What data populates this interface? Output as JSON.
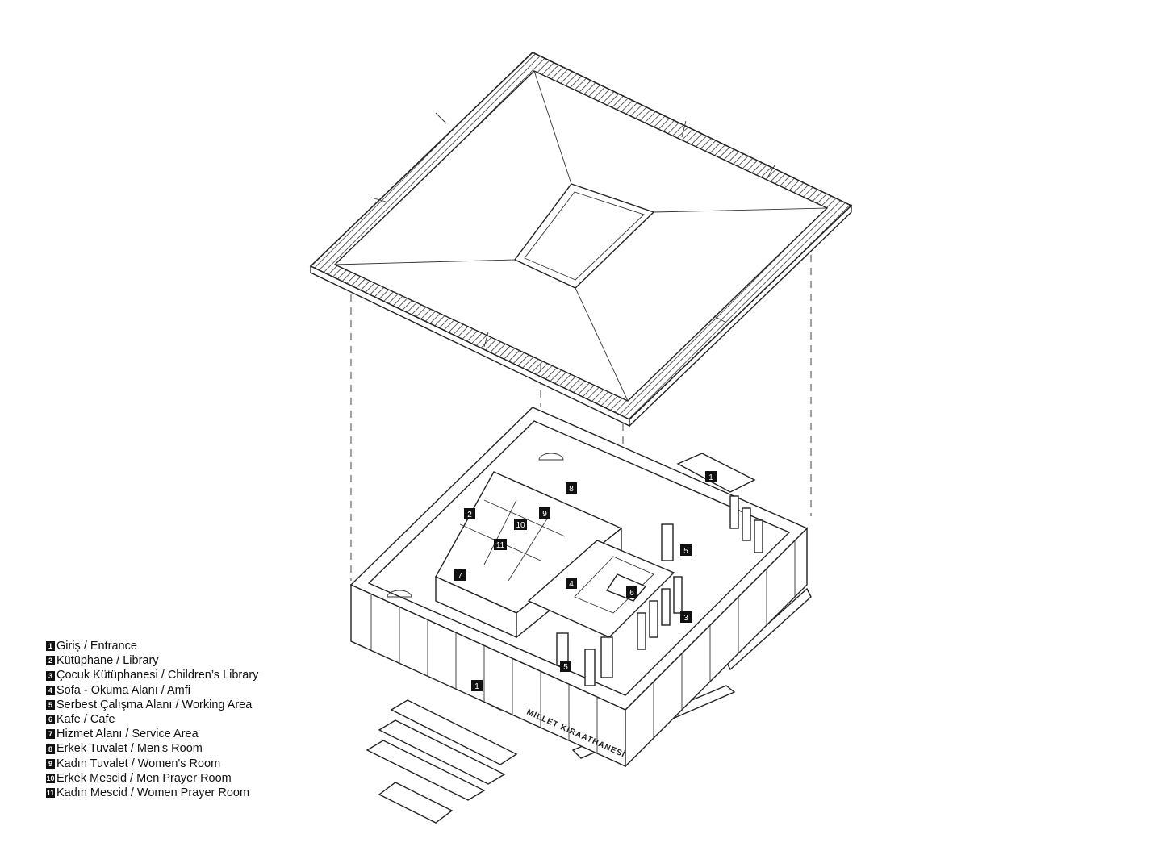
{
  "diagram": {
    "signage": "MİLLET KIRAATHANESİ",
    "room_tags": [
      {
        "num": "1",
        "room": "entrance-north"
      },
      {
        "num": "2",
        "room": "library"
      },
      {
        "num": "3",
        "room": "childrens-library"
      },
      {
        "num": "4",
        "room": "sofa"
      },
      {
        "num": "5",
        "room": "working-area-east"
      },
      {
        "num": "5",
        "room": "working-area-south"
      },
      {
        "num": "6",
        "room": "cafe"
      },
      {
        "num": "7",
        "room": "service-area"
      },
      {
        "num": "8",
        "room": "mens-room"
      },
      {
        "num": "9",
        "room": "womens-room"
      },
      {
        "num": "10",
        "room": "men-prayer-room"
      },
      {
        "num": "11",
        "room": "women-prayer-room"
      },
      {
        "num": "1",
        "room": "entrance-south"
      }
    ]
  },
  "legend": [
    {
      "num": "1",
      "label": "Giriş / Entrance"
    },
    {
      "num": "2",
      "label": "Kütüphane / Library"
    },
    {
      "num": "3",
      "label": "Çocuk Kütüphanesi / Children’s Library"
    },
    {
      "num": "4",
      "label": "Sofa - Okuma Alanı / Amfi"
    },
    {
      "num": "5",
      "label": "Serbest Çalışma Alanı / Working Area"
    },
    {
      "num": "6",
      "label": "Kafe / Cafe"
    },
    {
      "num": "7",
      "label": "Hizmet Alanı / Service Area"
    },
    {
      "num": "8",
      "label": "Erkek Tuvalet / Men's Room"
    },
    {
      "num": "9",
      "label": "Kadın Tuvalet / Women's Room"
    },
    {
      "num": "10",
      "label": "Erkek Mescid / Men Prayer Room"
    },
    {
      "num": "11",
      "label": "Kadın Mescid / Women Prayer Room"
    }
  ]
}
